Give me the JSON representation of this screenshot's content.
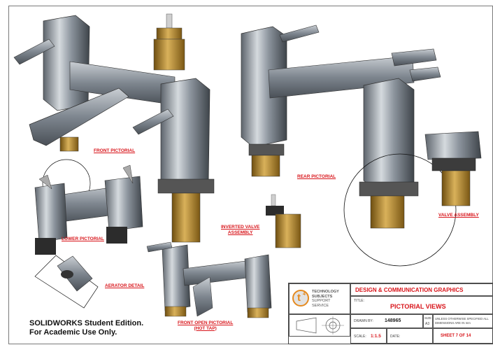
{
  "labels": {
    "front_pictorial": "FRONT PICTORIAL",
    "rear_pictorial": "REAR PICTORIAL",
    "lower_pictorial": "LOWER PICTORIAL",
    "inverted_valve_line1": "INVERTED VALVE",
    "inverted_valve_line2": "ASSEMBLY",
    "valve_assembly": "VALVE ASSEMBLY",
    "aerator_detail": "AERATOR DETAIL",
    "front_open_line1": "FRONT OPEN PICTORIAL",
    "front_open_line2": "(HOT TAP)"
  },
  "watermark": {
    "line1": "SOLIDWORKS Student Edition.",
    "line2": "For Academic Use Only."
  },
  "title_block": {
    "logo_letter": "t",
    "logo_superscript": "4",
    "org_line1": "TECHNOLOGY",
    "org_line2": "SUBJECTS",
    "org_line3": "SUPPORT",
    "org_line4": "SERVICE",
    "header": "DESIGN & COMMUNICATION GRAPHICS",
    "title_label": "TITLE:",
    "title_value": "PICTORIAL VIEWS",
    "drawn_by_label": "DRAWN BY:",
    "drawn_by_value": "148965",
    "size_label": "SIZE",
    "size_value": "A3",
    "note": "UNLESS OTHERWISE SPECIFIED ALL DIMENSIONS ARE IN mm",
    "scale_label": "SCALE:",
    "scale_value": "1:1.5",
    "date_label": "DATE:",
    "sheet_value": "SHEET 7 OF 14"
  },
  "colors": {
    "label_red": "#d8141a",
    "chrome": "#9aa3ad",
    "brass": "#b8892e"
  }
}
